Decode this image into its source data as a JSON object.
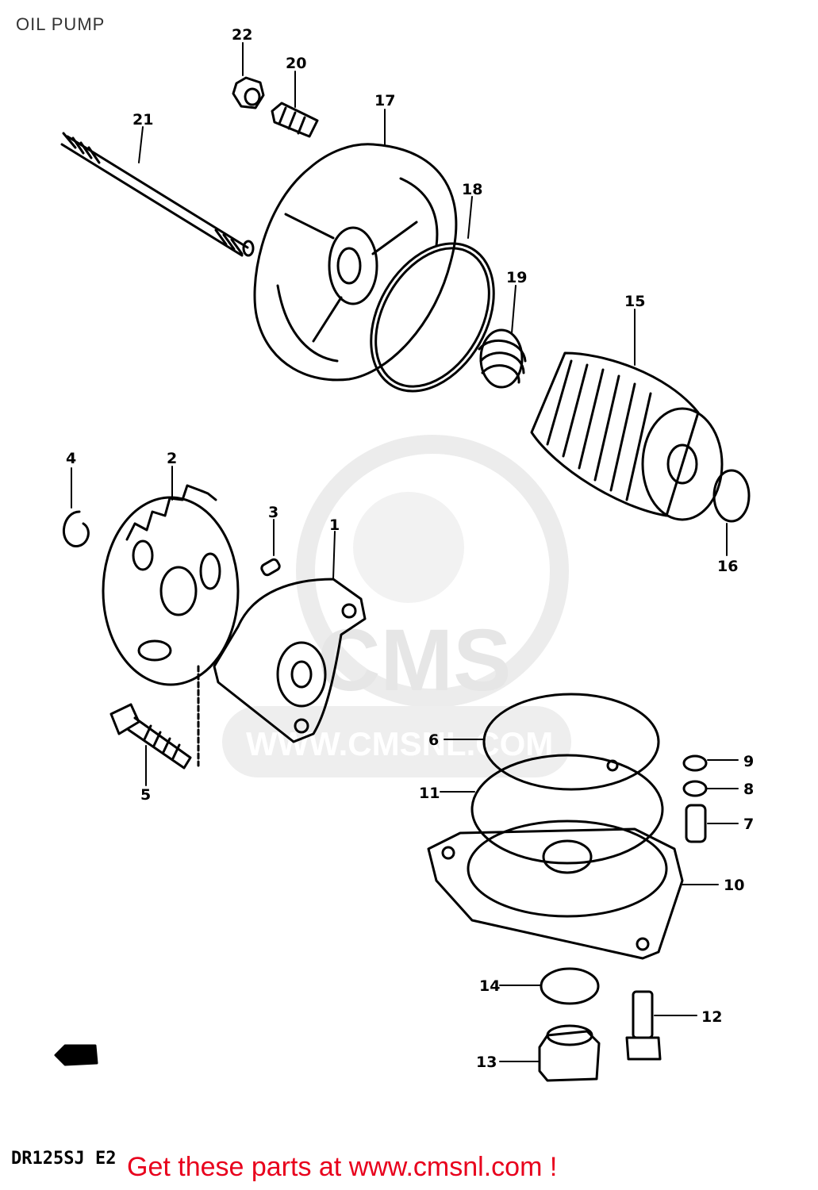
{
  "header": {
    "title": "OIL PUMP"
  },
  "watermark": {
    "brand": "CMS",
    "url": "WWW.CMSNL.COM",
    "color": "#e6e6e6"
  },
  "parts": [
    {
      "id": "1"
    },
    {
      "id": "2"
    },
    {
      "id": "3"
    },
    {
      "id": "4"
    },
    {
      "id": "5"
    },
    {
      "id": "6"
    },
    {
      "id": "7"
    },
    {
      "id": "8"
    },
    {
      "id": "9"
    },
    {
      "id": "10"
    },
    {
      "id": "11"
    },
    {
      "id": "12"
    },
    {
      "id": "13"
    },
    {
      "id": "14"
    },
    {
      "id": "15"
    },
    {
      "id": "16"
    },
    {
      "id": "17"
    },
    {
      "id": "18"
    },
    {
      "id": "19"
    },
    {
      "id": "20"
    },
    {
      "id": "21"
    },
    {
      "id": "22"
    }
  ],
  "footer": {
    "model_code": "DR125SJ E2",
    "cta_text": "Get these parts at www.cmsnl.com !",
    "cta_color": "#e8001c"
  },
  "icons": {
    "front_arrow": "front-arrow-icon"
  }
}
